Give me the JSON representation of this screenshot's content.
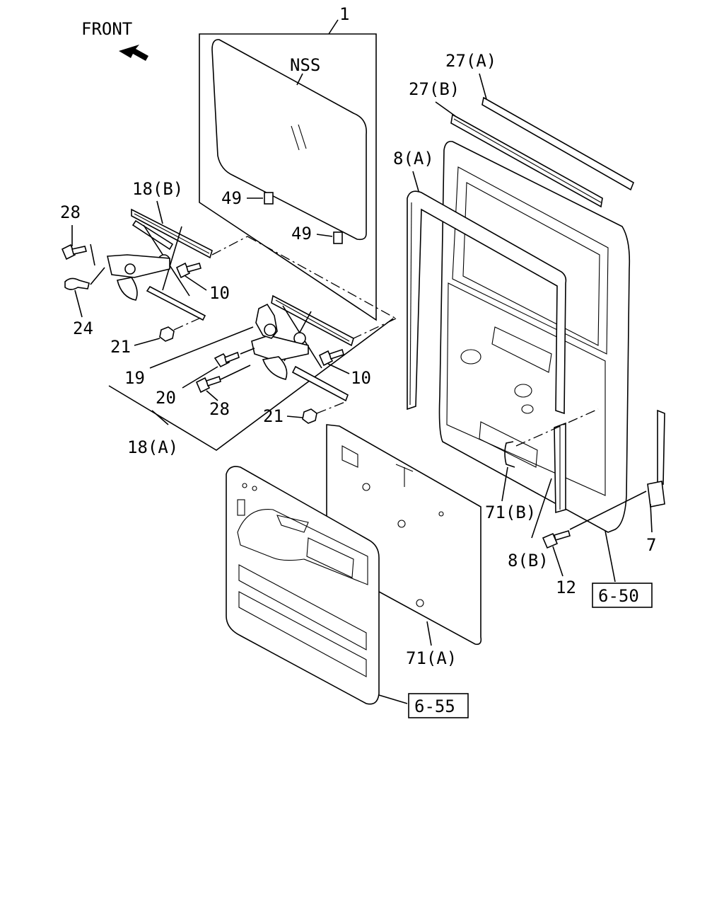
{
  "diagram": {
    "orientation_label": "FRONT",
    "glass_note": "NSS",
    "callouts": {
      "p1": "1",
      "p27a": "27(A)",
      "p27b": "27(B)",
      "p8a": "8(A)",
      "p18b": "18(B)",
      "p28_top": "28",
      "p49_a": "49",
      "p49_b": "49",
      "p10_top": "10",
      "p24": "24",
      "p21_top": "21",
      "p19": "19",
      "p20": "20",
      "p10_mid": "10",
      "p28_mid": "28",
      "p21_mid": "21",
      "p18a": "18(A)",
      "p71b": "71(B)",
      "p8b": "8(B)",
      "p7": "7",
      "p12": "12",
      "p71a": "71(A)"
    },
    "references": {
      "ref_650": "6-50",
      "ref_655": "6-55"
    }
  }
}
